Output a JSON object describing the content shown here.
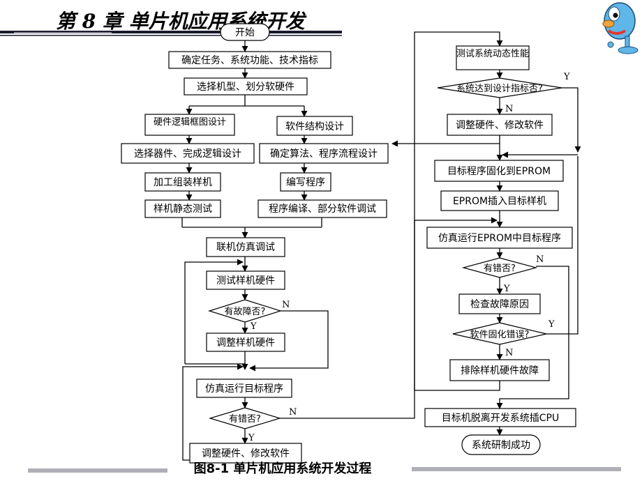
{
  "header": {
    "title": "第 8 章  单片机应用系统开发"
  },
  "caption": "图8-1  单片机应用系统开发过程",
  "mascot": {
    "icon": "cartoon-mascot-icon",
    "colors": {
      "body": "#5fb6e8",
      "nose": "#f3a33a",
      "mouth": "#e03a2f"
    }
  },
  "colors": {
    "line": "#000000",
    "header_bar": "#1a1a2e"
  },
  "flow": {
    "start": "开始",
    "define_task": "确定任务、系统功能、技术指标",
    "select_model": "选择机型、划分软硬件",
    "hw_logic": "硬件逻辑框图设计",
    "sw_struct": "软件结构设计",
    "select_parts": "选择器件、完成逻辑设计",
    "algorithm": "确定算法、程序流程设计",
    "assemble": "加工组装样机",
    "write_prog": "编写程序",
    "static_test": "样机静态测试",
    "compile": "程序编译、部分软件调试",
    "online_sim": "联机仿真调试",
    "test_hw": "测试样机硬件",
    "has_fault": "有故障否?",
    "adjust_hw": "调整样机硬件",
    "sim_run": "仿真运行目标程序",
    "has_error": "有错否?",
    "adjust_hw_sw": "调整硬件、修改软件",
    "test_dynamic": "测试系统动态性能",
    "meets_spec": "系统达到设计指标否?",
    "adjust_hw_sw2": "调整硬件、修改软件",
    "solidify": "目标程序固化到EPROM",
    "insert_eprom": "EPROM插入目标样机",
    "run_eprom": "仿真运行EPROM中目标程序",
    "has_error2": "有错否?",
    "check_fault": "检查故障原因",
    "solidify_error": "软件固化错误?",
    "remove_fault": "排除样机硬件故障",
    "detach": "目标机脱离开发系统插CPU",
    "success": "系统研制成功"
  },
  "labels": {
    "y": "Y",
    "n": "N"
  }
}
